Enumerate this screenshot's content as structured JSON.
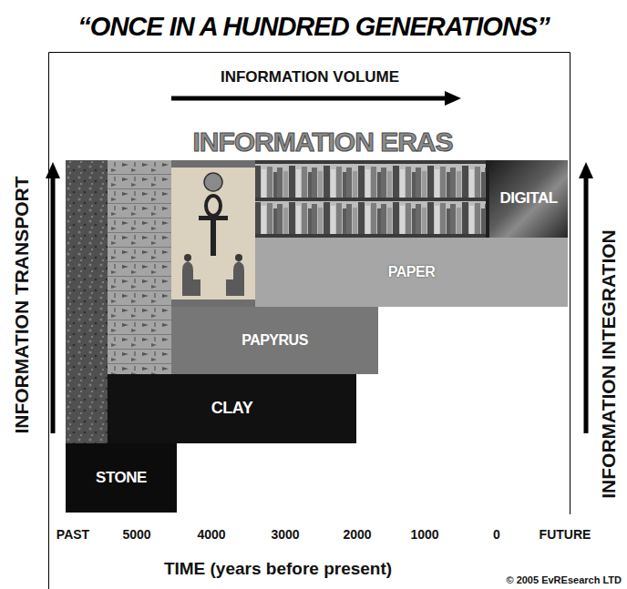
{
  "diagram": {
    "title": "“ONCE IN A HUNDRED GENERATIONS”",
    "nodes": [
      {
        "text": [
          "DIGITAL"
        ]
      },
      {
        "text": [
          "PAPER"
        ]
      },
      {
        "text": [
          "PAPYRUS"
        ]
      },
      {
        "text": [
          "CLAY"
        ]
      },
      {
        "text": [
          "STONE"
        ]
      }
    ],
    "labels": [
      "INFORMATION VOLUME",
      "INFORMATION ERAS",
      "INFORMATION TRANSPORT",
      "INFORMATION INTEGRATION",
      "PAST",
      "5000",
      "4000",
      "3000",
      "2000",
      "1000",
      "0",
      "FUTURE",
      "TIME (years before present)",
      "© 2005 EvREsearch LTD"
    ]
  }
}
